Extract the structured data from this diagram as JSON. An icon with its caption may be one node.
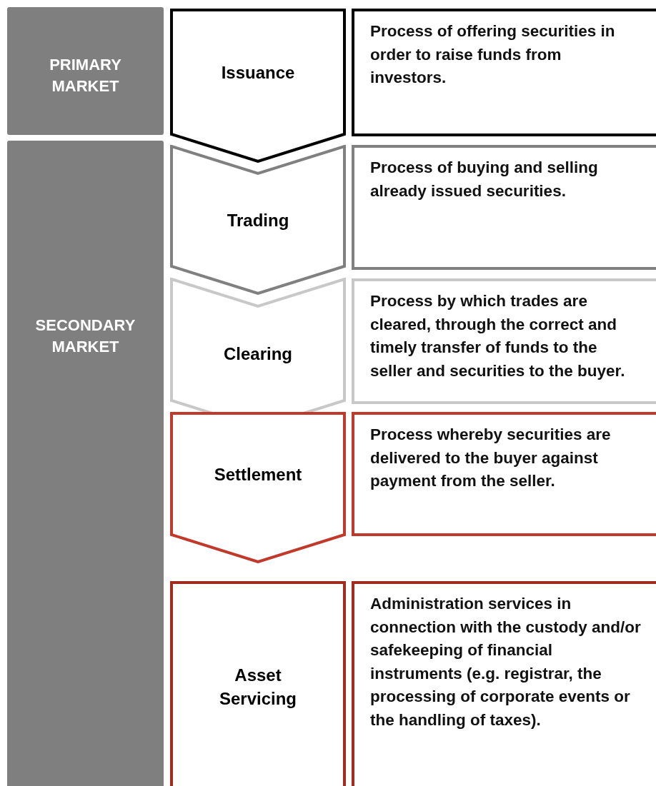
{
  "diagram": {
    "nodes": [
      {
        "text": [
          "PRIMARY MARKET"
        ]
      },
      {
        "text": [
          "Issuance"
        ]
      },
      {
        "text": [
          "Process of offering securities in order to raise funds from investors."
        ]
      },
      {
        "text": [
          "SECONDARY MARKET"
        ]
      },
      {
        "text": [
          "Trading"
        ]
      },
      {
        "text": [
          "Process of buying and selling already issued securities."
        ]
      },
      {
        "text": [
          "Clearing"
        ]
      },
      {
        "text": [
          "Process by which trades are cleared, through the correct and timely transfer of funds to the seller and securities to the buyer."
        ]
      },
      {
        "text": [
          "Settlement"
        ]
      },
      {
        "text": [
          "Process whereby securities are delivered to the buyer against payment from the seller."
        ]
      },
      {
        "text": [
          "Asset Servicing"
        ]
      },
      {
        "text": [
          "Administration services in connection with the custody and/or safekeeping of financial instruments (e.g. registrar, the processing of corporate events or the handling of taxes)."
        ]
      }
    ]
  }
}
